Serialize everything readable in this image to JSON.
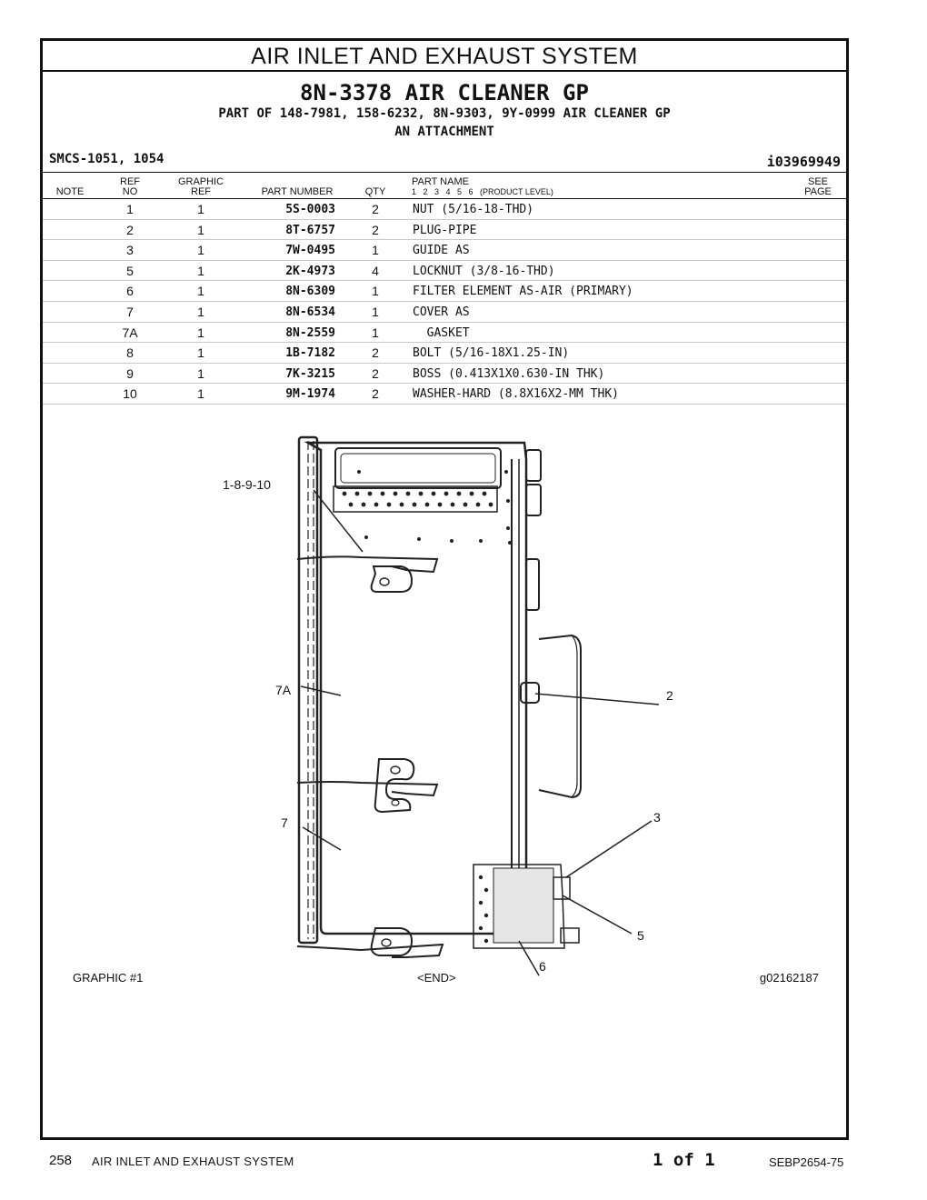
{
  "section_title": "AIR INLET AND EXHAUST SYSTEM",
  "group_title": "8N-3378  AIR CLEANER GP",
  "part_of": "PART OF 148-7981, 158-6232, 8N-9303, 9Y-0999 AIR CLEANER GP",
  "attachment": "AN ATTACHMENT",
  "smcs": "SMCS-1051, 1054",
  "illustration_id": "i03969949",
  "headers": {
    "note": "NOTE",
    "ref_top": "REF",
    "ref_bottom": "NO",
    "graphic_top": "GRAPHIC",
    "graphic_bottom": "REF",
    "part_number": "PART NUMBER",
    "qty": "QTY",
    "part_name": "PART NAME",
    "levels": "1   2   3   4   5   6   (PRODUCT LEVEL)",
    "see_top": "SEE",
    "see_bottom": "PAGE"
  },
  "parts": [
    {
      "ref": "1",
      "graphic_ref": "1",
      "part_number": "5S-0003",
      "qty": "2",
      "name": "NUT (5/16-18-THD)"
    },
    {
      "ref": "2",
      "graphic_ref": "1",
      "part_number": "8T-6757",
      "qty": "2",
      "name": "PLUG-PIPE"
    },
    {
      "ref": "3",
      "graphic_ref": "1",
      "part_number": "7W-0495",
      "qty": "1",
      "name": "GUIDE AS"
    },
    {
      "ref": "5",
      "graphic_ref": "1",
      "part_number": "2K-4973",
      "qty": "4",
      "name": "LOCKNUT (3/8-16-THD)"
    },
    {
      "ref": "6",
      "graphic_ref": "1",
      "part_number": "8N-6309",
      "qty": "1",
      "name": "FILTER ELEMENT AS-AIR (PRIMARY)"
    },
    {
      "ref": "7",
      "graphic_ref": "1",
      "part_number": "8N-6534",
      "qty": "1",
      "name": "COVER AS"
    },
    {
      "ref": "7A",
      "graphic_ref": "1",
      "part_number": "8N-2559",
      "qty": "1",
      "name": "  GASKET"
    },
    {
      "ref": "8",
      "graphic_ref": "1",
      "part_number": "1B-7182",
      "qty": "2",
      "name": "BOLT (5/16-18X1.25-IN)"
    },
    {
      "ref": "9",
      "graphic_ref": "1",
      "part_number": "7K-3215",
      "qty": "2",
      "name": "BOSS (0.413X1X0.630-IN THK)"
    },
    {
      "ref": "10",
      "graphic_ref": "1",
      "part_number": "9M-1974",
      "qty": "2",
      "name": "WASHER-HARD (8.8X16X2-MM THK)"
    }
  ],
  "callouts": {
    "c1": "1-8-9-10",
    "c7a": "7A",
    "c7": "7",
    "c2": "2",
    "c3": "3",
    "c5": "5",
    "c6": "6"
  },
  "graphic_label": "GRAPHIC #1",
  "end_label": "<END>",
  "graphic_number": "g02162187",
  "footer": {
    "page_number": "258",
    "title": "AIR INLET AND EXHAUST SYSTEM",
    "pager": "1 of 1",
    "doc_id": "SEBP2654-75"
  }
}
